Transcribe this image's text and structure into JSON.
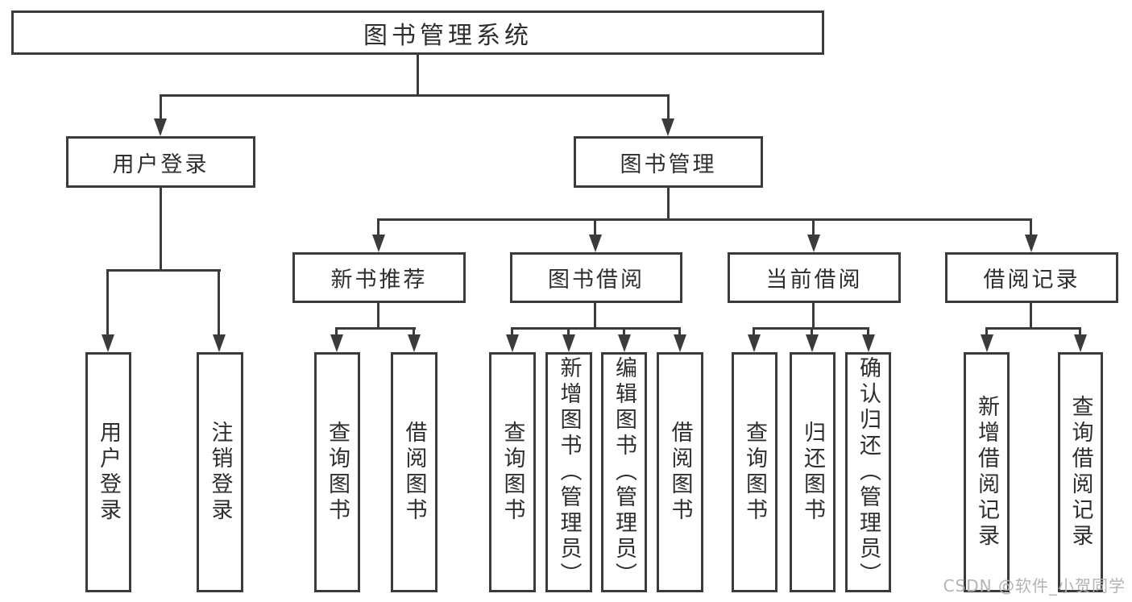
{
  "tree": {
    "root": "图书管理系统",
    "branches": [
      {
        "label": "用户登录",
        "children": [
          "用户登录",
          "注销登录"
        ]
      },
      {
        "label": "图书管理",
        "groups": [
          {
            "label": "新书推荐",
            "children": [
              "查询图书",
              "借阅图书"
            ]
          },
          {
            "label": "图书借阅",
            "children": [
              "查询图书",
              "新增图书（管理员）",
              "编辑图书（管理员）",
              "借阅图书"
            ]
          },
          {
            "label": "当前借阅",
            "children": [
              "查询图书",
              "归还图书",
              "确认归还（管理员）"
            ]
          },
          {
            "label": "借阅记录",
            "children": [
              "新增借阅记录",
              "查询借阅记录"
            ]
          }
        ]
      }
    ]
  },
  "watermark": "CSDN @软件_小贺同学",
  "colors": {
    "line": "#3b3b3b",
    "text": "#2e2e2e",
    "watermark": "#b3b3b3",
    "background": "#ffffff"
  }
}
